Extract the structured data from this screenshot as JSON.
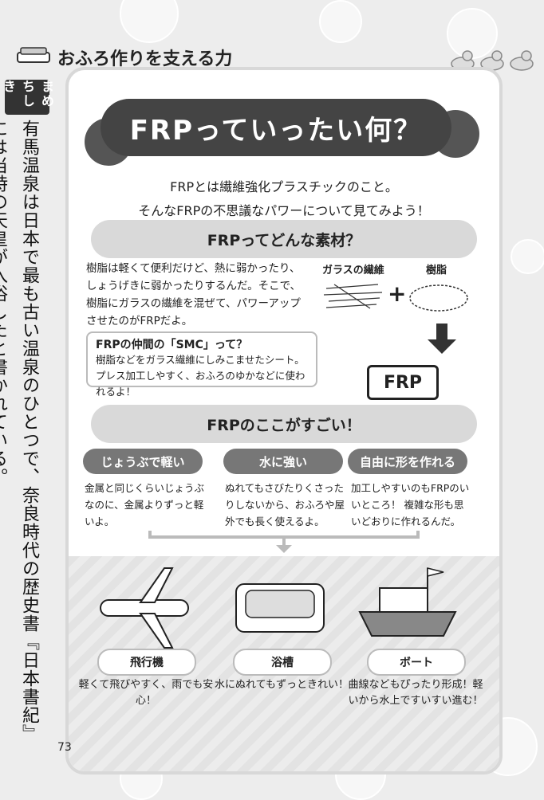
{
  "header": {
    "title": "おふろ作りを支える力"
  },
  "sidebar": {
    "cap_label": "まめちしき",
    "text": "有馬温泉は日本で最も古い温泉のひとつで、奈良時代の歴史書『日本書紀』には当時の天皇が入浴したと書かれている。"
  },
  "banner": {
    "title": "FRPっていったい何？"
  },
  "intro": {
    "line1": "FRPとは繊維強化プラスチックのこと。",
    "line2": "そんなFRPの不思議なパワーについて見てみよう！"
  },
  "section1": {
    "title": "FRPってどんな素材？",
    "paragraph": "樹脂は軽くて便利だけど、熱に弱かったり、しょうげきに弱かったりするんだ。そこで、樹脂にガラスの繊維を混ぜて、パワーアップさせたのがFRPだよ。",
    "smc_title": "FRPの仲間の「SMC」って？",
    "smc_text": "樹脂などをガラス繊維にしみこませたシート。プレス加工しやすく、おふろのゆかなどに使われるよ！",
    "label_glass": "ガラスの繊維",
    "label_resin": "樹脂",
    "plus": "+",
    "result": "FRP"
  },
  "section2": {
    "title": "FRPのここがすごい！",
    "features": [
      {
        "label": "じょうぶで軽い",
        "text": "金属と同じくらいじょうぶなのに、金属よりずっと軽いよ。"
      },
      {
        "label": "水に強い",
        "text": "ぬれてもさびたりくさったりしないから、おふろや屋外でも長く使えるよ。"
      },
      {
        "label": "自由に形を作れる",
        "text": "加工しやすいのもFRPのいいところ！ 複雑な形も思いどおりに作れるんだ。"
      }
    ]
  },
  "uses": [
    {
      "label": "飛行機",
      "text": "軽くて飛びやすく、雨でも安心！"
    },
    {
      "label": "浴槽",
      "text": "水にぬれてもずっときれい！"
    },
    {
      "label": "ボート",
      "text": "曲線などもぴったり形成！軽いから水上ですいすい進む！"
    }
  ],
  "page_number": "73"
}
